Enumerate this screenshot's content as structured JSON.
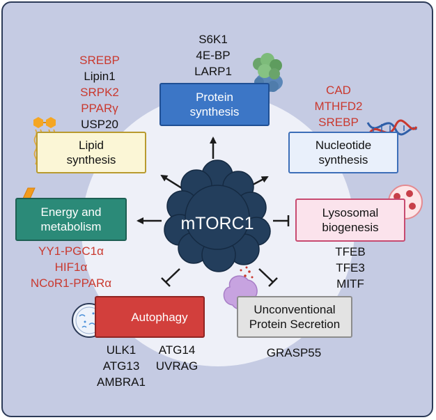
{
  "center": {
    "label": "mTORC1"
  },
  "protein_synthesis": {
    "title_line1": "Protein",
    "title_line2": "synthesis",
    "regulators": [
      "S6K1",
      "4E-BP",
      "LARP1"
    ]
  },
  "lipid_synthesis": {
    "title_line1": "Lipid",
    "title_line2": "synthesis",
    "regulators": [
      "SREBP",
      "Lipin1",
      "SRPK2",
      "PPARγ",
      "USP20"
    ]
  },
  "nucleotide_synthesis": {
    "title_line1": "Nucleotide",
    "title_line2": "synthesis",
    "regulators": [
      "CAD",
      "MTHFD2",
      "SREBP"
    ]
  },
  "energy_metabolism": {
    "title_line1": "Energy and",
    "title_line2": "metabolism",
    "regulators": [
      "YY1-PGC1α",
      "HIF1α",
      "NCoR1-PPARα"
    ]
  },
  "lysosomal_biogenesis": {
    "title_line1": "Lysosomal",
    "title_line2": "biogenesis",
    "regulators": [
      "TFEB",
      "TFE3",
      "MITF"
    ]
  },
  "autophagy": {
    "title": "Autophagy",
    "regulators_left": [
      "ULK1",
      "ATG13",
      "AMBRA1"
    ],
    "regulators_right": [
      "ATG14",
      "UVRAG"
    ]
  },
  "unconventional_secretion": {
    "title_line1": "Unconventional",
    "title_line2": "Protein Secretion",
    "regulators": [
      "GRASP55"
    ]
  },
  "colors": {
    "frame_bg": "#c5cbe3",
    "inner_circle": "#eef0f8",
    "mtorc1_blob": "#233e5c",
    "activating_red": "#c9392f",
    "protein_box": "#3c76c6",
    "lipid_box": "#fbf6d6",
    "nucleotide_box": "#e9f0fb",
    "energy_box": "#2b8a78",
    "lysosome_box": "#fbe3ec",
    "autophagy_box": "#d23f3c",
    "secretion_box": "#e3e3e3"
  }
}
